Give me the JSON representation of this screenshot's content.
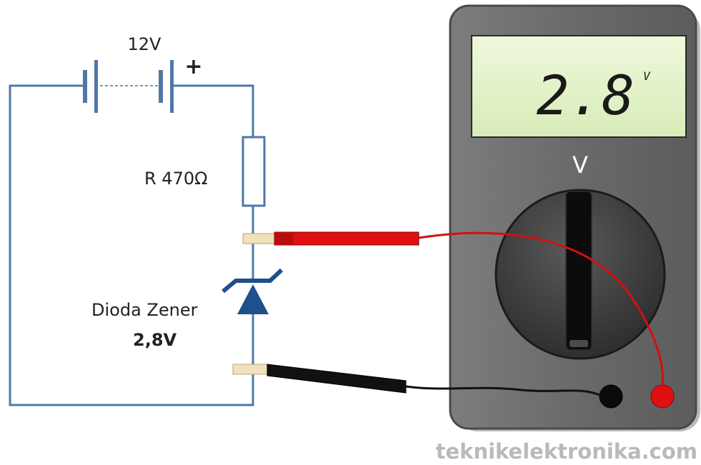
{
  "circuit": {
    "battery_label": "12V",
    "battery_plus": "+",
    "resistor_label": "R 470Ω",
    "zener_label": "Dioda Zener",
    "zener_value": "2,8V"
  },
  "multimeter": {
    "display_value": "2.8",
    "display_unit": "V",
    "range_label": "V"
  },
  "colors": {
    "wire": "#4f78a8",
    "diode": "#1f4f8c",
    "probe_red": "#e01010",
    "probe_black": "#111111",
    "meter_body": "#6f6f6f",
    "lcd_bg": "#e3f3c8"
  },
  "watermark": "teknikelektronika.com"
}
